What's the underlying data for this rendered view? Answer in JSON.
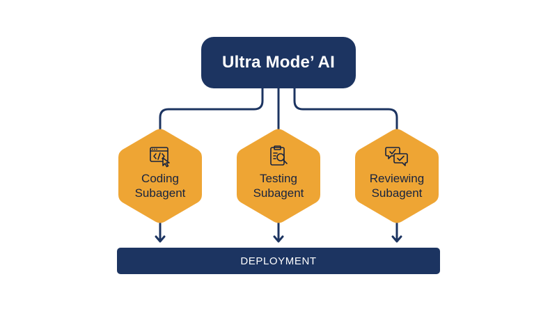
{
  "root": {
    "title": "Ultra Mode’ AI"
  },
  "subagents": [
    {
      "line1": "Coding",
      "line2": "Subagent",
      "icon": "code-window-cursor-icon"
    },
    {
      "line1": "Testing",
      "line2": "Subagent",
      "icon": "clipboard-magnifier-icon"
    },
    {
      "line1": "Reviewing",
      "line2": "Subagent",
      "icon": "chat-checkmarks-icon"
    }
  ],
  "deployment": {
    "label": "DEPLOYMENT"
  },
  "colors": {
    "navy": "#1c3461",
    "hexagon": "#eea534",
    "text_dark": "#17233f",
    "background": "#ffffff"
  }
}
